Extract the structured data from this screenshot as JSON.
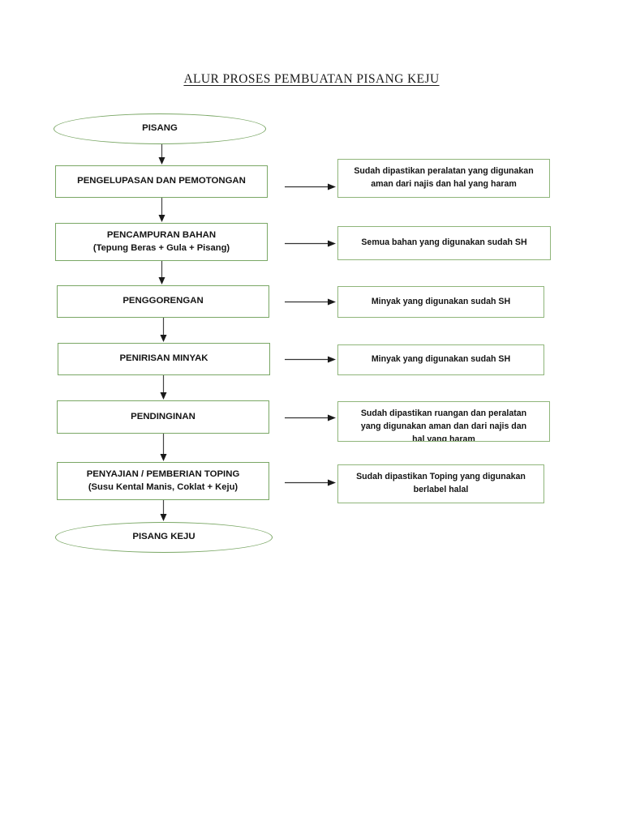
{
  "document": {
    "title": "ALUR PROSES PEMBUATAN PISANG KEJU"
  },
  "colors": {
    "node_border": "#7aa765",
    "note_border": "#8fb57a",
    "arrow": "#1a1a1a",
    "text": "#141414",
    "background": "#ffffff"
  },
  "chart_data": {
    "type": "diagram",
    "title": "ALUR PROSES PEMBUATAN PISANG KEJU",
    "orientation": "top-to-bottom",
    "nodes": [
      {
        "id": "start",
        "shape": "ellipse",
        "label": "PISANG",
        "sub": ""
      },
      {
        "id": "step1",
        "shape": "rectangle",
        "label": "PENGELUPASAN DAN PEMOTONGAN",
        "sub": ""
      },
      {
        "id": "step2",
        "shape": "rectangle",
        "label": "PENCAMPURAN BAHAN",
        "sub": "(Tepung Beras + Gula + Pisang)"
      },
      {
        "id": "step3",
        "shape": "rectangle",
        "label": "PENGGORENGAN",
        "sub": ""
      },
      {
        "id": "step4",
        "shape": "rectangle",
        "label": "PENIRISAN MINYAK",
        "sub": ""
      },
      {
        "id": "step5",
        "shape": "rectangle",
        "label": "PENDINGINAN",
        "sub": ""
      },
      {
        "id": "step6",
        "shape": "rectangle",
        "label": "PENYAJIAN / PEMBERIAN TOPING",
        "sub": "(Susu Kental Manis, Coklat + Keju)"
      },
      {
        "id": "end",
        "shape": "ellipse",
        "label": "PISANG KEJU",
        "sub": ""
      }
    ],
    "notes": [
      {
        "id": "note1",
        "attached_to": "step1",
        "line1": "Sudah dipastikan peralatan yang digunakan",
        "line2": "aman dari najis dan hal yang haram",
        "line3": "",
        "clipped": false
      },
      {
        "id": "note2",
        "attached_to": "step2",
        "line1": "Semua bahan yang digunakan sudah SH",
        "line2": "",
        "line3": "",
        "clipped": false
      },
      {
        "id": "note3",
        "attached_to": "step3",
        "line1": "Minyak yang digunakan sudah SH",
        "line2": "",
        "line3": "",
        "clipped": false
      },
      {
        "id": "note4",
        "attached_to": "step4",
        "line1": "Minyak yang digunakan sudah SH",
        "line2": "",
        "line3": "",
        "clipped": false
      },
      {
        "id": "note5",
        "attached_to": "step5",
        "line1": "Sudah dipastikan ruangan dan peralatan",
        "line2": "yang digunakan aman dan dari najis dan",
        "line3": "hal yang haram",
        "clipped": true
      },
      {
        "id": "note6",
        "attached_to": "step6",
        "line1": "Sudah dipastikan Toping yang digunakan",
        "line2": "berlabel halal",
        "line3": "",
        "clipped": false
      }
    ],
    "edges": [
      {
        "from": "start",
        "to": "step1",
        "direction": "down"
      },
      {
        "from": "step1",
        "to": "step2",
        "direction": "down"
      },
      {
        "from": "step2",
        "to": "step3",
        "direction": "down"
      },
      {
        "from": "step3",
        "to": "step4",
        "direction": "down"
      },
      {
        "from": "step4",
        "to": "step5",
        "direction": "down"
      },
      {
        "from": "step5",
        "to": "step6",
        "direction": "down"
      },
      {
        "from": "step6",
        "to": "end",
        "direction": "down"
      },
      {
        "from": "step1",
        "to": "note1",
        "direction": "right"
      },
      {
        "from": "step2",
        "to": "note2",
        "direction": "right"
      },
      {
        "from": "step3",
        "to": "note3",
        "direction": "right"
      },
      {
        "from": "step4",
        "to": "note4",
        "direction": "right"
      },
      {
        "from": "step5",
        "to": "note5",
        "direction": "right"
      },
      {
        "from": "step6",
        "to": "note6",
        "direction": "right"
      }
    ]
  }
}
